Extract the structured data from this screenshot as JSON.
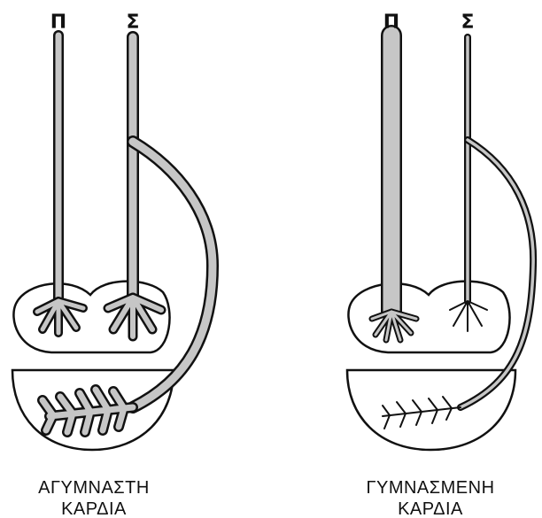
{
  "left_panel": {
    "label_p": "Π",
    "label_s": "Σ",
    "caption_line1": "ΑΓΥΜΝΑΣΤΗ",
    "caption_line2": "ΚΑΡΔΙΑ"
  },
  "right_panel": {
    "label_p": "Π",
    "label_s": "Σ",
    "caption_line1": "ΓΥΜΝΑΣΜΕΝΗ",
    "caption_line2": "ΚΑΡΔΙΑ"
  },
  "colors": {
    "ink": "#111111",
    "fiber_fill": "#c6c6c6",
    "background": "#ffffff"
  }
}
